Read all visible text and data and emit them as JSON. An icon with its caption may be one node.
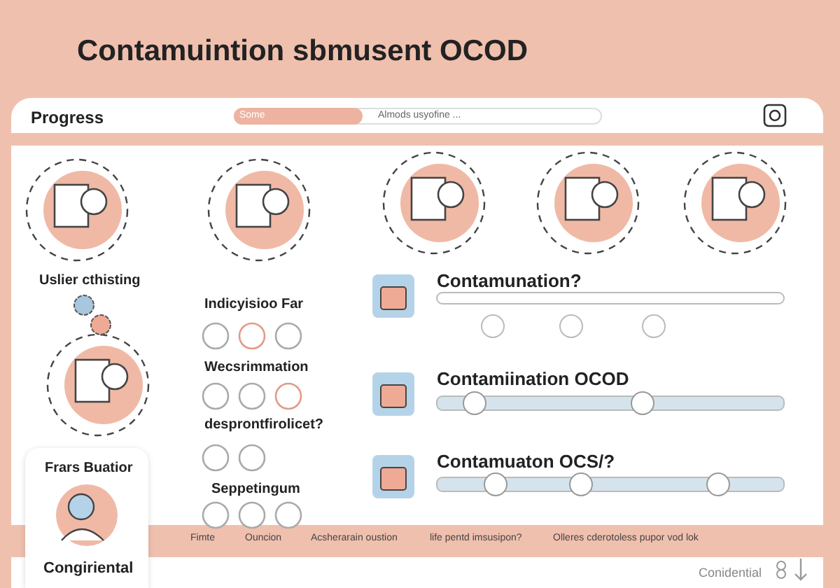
{
  "diagram": {
    "title": "Contamuintion sbmusent OCOD",
    "labels": [
      "Progress",
      "Some",
      "Almods usyofine ...",
      "Uslier cthisting",
      "Indicyisioo Far",
      "Contamunation?",
      "Wecsrimmation",
      "Contamiination OCOD",
      "desprontfirolicet?",
      "Frars Buatior",
      "Contamuaton OCS/?",
      "Seppetingum",
      "Fimte",
      "Ouncion",
      "Acsherarain oustion",
      "life pentd imsusipon?",
      "Olleres cderotoless pupor vod lok",
      "Congiriental",
      "Conidential"
    ]
  }
}
